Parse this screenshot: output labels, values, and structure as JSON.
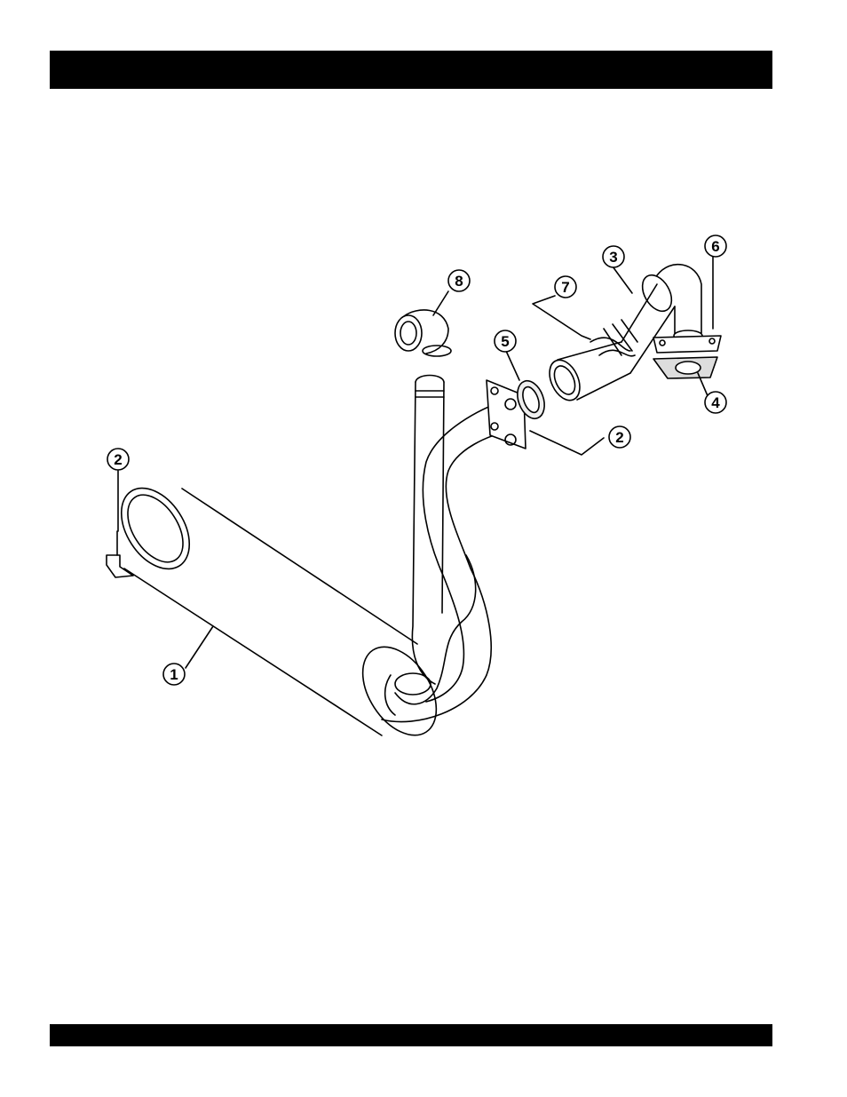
{
  "header": {
    "title": ""
  },
  "footer": {
    "text": ""
  },
  "diagram": {
    "callouts": [
      {
        "id": "callout-1",
        "label": "1"
      },
      {
        "id": "callout-2-left",
        "label": "2"
      },
      {
        "id": "callout-2-right",
        "label": "2"
      },
      {
        "id": "callout-3",
        "label": "3"
      },
      {
        "id": "callout-4",
        "label": "4"
      },
      {
        "id": "callout-5",
        "label": "5"
      },
      {
        "id": "callout-6",
        "label": "6"
      },
      {
        "id": "callout-7",
        "label": "7"
      },
      {
        "id": "callout-8",
        "label": "8"
      }
    ]
  }
}
